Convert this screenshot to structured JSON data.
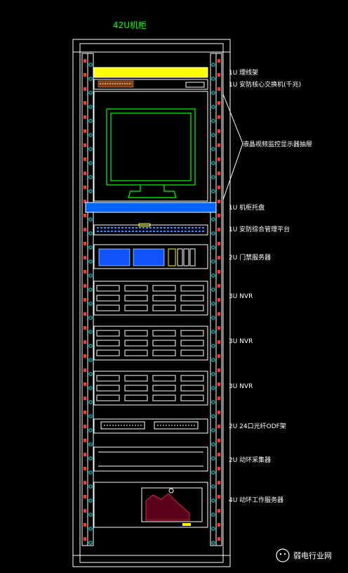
{
  "title": "42U机柜",
  "labels": {
    "patch_panel": "1U  理线架",
    "core_switch": "1U  安防核心交换机(千兆)",
    "monitor": "液晶视频监控显示器抽屉",
    "tray": "1U  机柜托盘",
    "mgmt": "1U  安防综合管理平台",
    "storage": "2U  门禁服务器",
    "nvr1": "3U  NVR",
    "nvr2": "3U  NVR",
    "nvr3": "3U  NVR",
    "odf": "2U  24口光纤ODF架",
    "collector": "2U  动环采集器",
    "workstation": "4U  动环工作服务器"
  },
  "watermark": "弱电行业网",
  "colors": {
    "frame": "#ffffff",
    "accent": "#00ffff",
    "monitor": "#00ff00",
    "yellow": "#ffff00",
    "blue": "#0066ff",
    "red": "#ff3333",
    "title": "#00ff00"
  }
}
